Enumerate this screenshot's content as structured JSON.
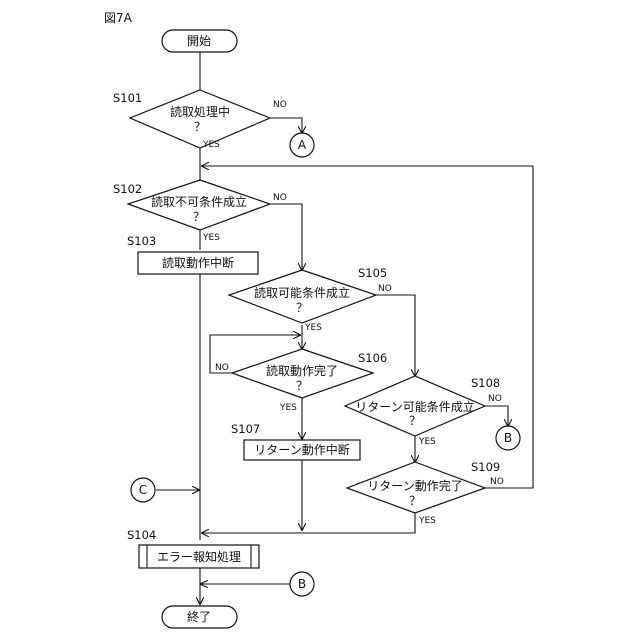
{
  "figure_label": "図7A",
  "nodes": {
    "start": "開始",
    "end": "終了",
    "s101": "読取処理中",
    "s102": "読取不可条件成立",
    "s103": "読取動作中断",
    "s104": "エラー報知処理",
    "s105": "読取可能条件成立",
    "s106": "読取動作完了",
    "s107": "リターン動作中断",
    "s108": "リターン可能条件成立",
    "s109": "リターン動作完了",
    "question": "？"
  },
  "step_labels": {
    "s101": "S101",
    "s102": "S102",
    "s103": "S103",
    "s104": "S104",
    "s105": "S105",
    "s106": "S106",
    "s107": "S107",
    "s108": "S108",
    "s109": "S109"
  },
  "branch": {
    "yes": "YES",
    "no": "NO"
  },
  "connectors": {
    "a": "A",
    "b": "B",
    "c": "C"
  }
}
